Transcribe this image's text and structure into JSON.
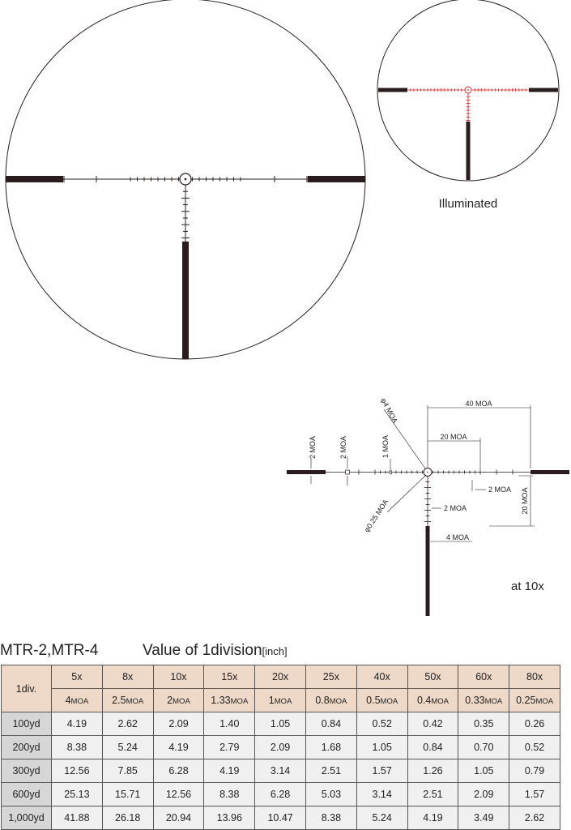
{
  "illuminated_label": "Illuminated",
  "magnification_note": "at 10x",
  "dimension_labels": {
    "phi4": "φ4 MOA",
    "phi025": "φ0.25 MOA",
    "moa40": "40 MOA",
    "moa20_top": "20 MOA",
    "moa20_side": "20 MOA",
    "moa2_left_a": "2 MOA",
    "moa2_left_b": "2 MOA",
    "moa1": "1 MOA",
    "moa2_right": "2 MOA",
    "moa2_lower": "2 MOA",
    "moa4": "4 MOA"
  },
  "colors": {
    "reticle": "#2a1c1c",
    "illumination": "#d42020",
    "header_fill": "#eed9c9",
    "row_head_fill": "#d6d6d6",
    "cell_fill": "#f0f0f0"
  },
  "table": {
    "model": "MTR-2,MTR-4",
    "title": "Value of 1division",
    "unit": "[inch]",
    "corner_label": "1div.",
    "magnifications": [
      "5x",
      "8x",
      "10x",
      "15x",
      "20x",
      "25x",
      "40x",
      "50x",
      "60x",
      "80x"
    ],
    "moa_values": [
      "4",
      "2.5",
      "2",
      "1.33",
      "1",
      "0.8",
      "0.5",
      "0.4",
      "0.33",
      "0.25"
    ],
    "moa_unit": "MOA",
    "rows": [
      {
        "range": "100yd",
        "values": [
          "4.19",
          "2.62",
          "2.09",
          "1.40",
          "1.05",
          "0.84",
          "0.52",
          "0.42",
          "0.35",
          "0.26"
        ]
      },
      {
        "range": "200yd",
        "values": [
          "8.38",
          "5.24",
          "4.19",
          "2.79",
          "2.09",
          "1.68",
          "1.05",
          "0.84",
          "0.70",
          "0.52"
        ]
      },
      {
        "range": "300yd",
        "values": [
          "12.56",
          "7.85",
          "6.28",
          "4.19",
          "3.14",
          "2.51",
          "1.57",
          "1.26",
          "1.05",
          "0.79"
        ]
      },
      {
        "range": "600yd",
        "values": [
          "25.13",
          "15.71",
          "12.56",
          "8.38",
          "6.28",
          "5.03",
          "3.14",
          "2.51",
          "2.09",
          "1.57"
        ]
      },
      {
        "range": "1,000yd",
        "values": [
          "41.88",
          "26.18",
          "20.94",
          "13.96",
          "10.47",
          "8.38",
          "5.24",
          "4.19",
          "3.49",
          "2.62"
        ]
      }
    ]
  }
}
